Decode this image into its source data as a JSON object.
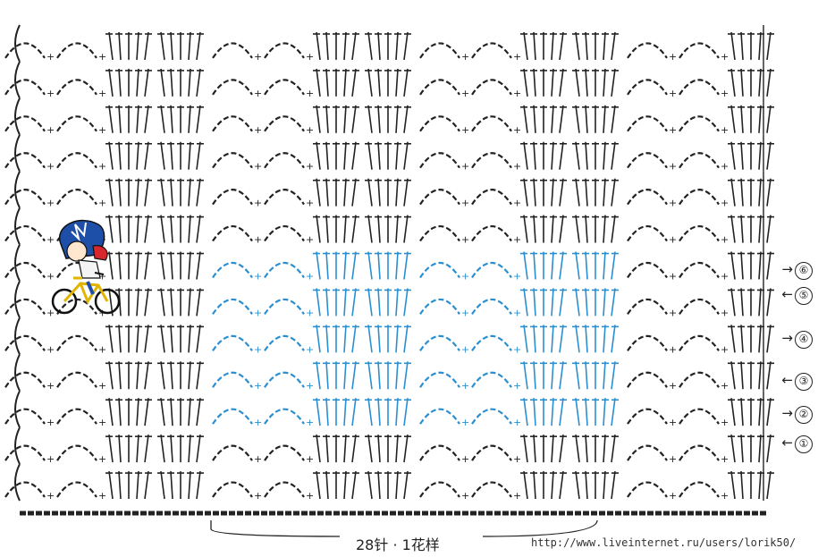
{
  "diagram": {
    "caption": "28针 · 1花样",
    "watermark": "http://www.liveinternet.ru/users/lorik50/",
    "row_markers": [
      {
        "arrow": "→",
        "number": "⑥"
      },
      {
        "arrow": "←",
        "number": "⑤"
      },
      {
        "arrow": "→",
        "number": "④"
      },
      {
        "arrow": "←",
        "number": "③"
      },
      {
        "arrow": "→",
        "number": "②"
      },
      {
        "arrow": "←",
        "number": "①"
      }
    ],
    "colors": {
      "symbols": "#222222",
      "highlight_repeat": "#2a8fd0",
      "background": "#ffffff"
    },
    "mascot_icon": "cyclist-cartoon-icon"
  }
}
